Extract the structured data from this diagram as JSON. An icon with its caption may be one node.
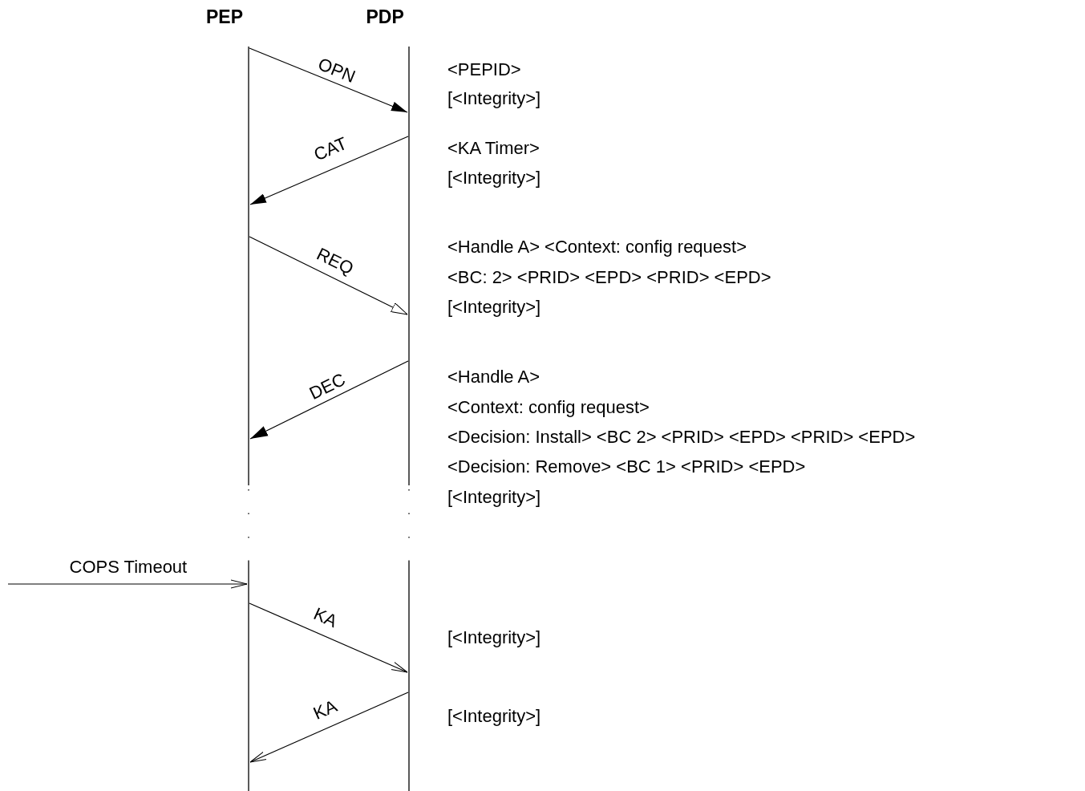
{
  "diagram": {
    "nodes": [
      {
        "text": [
          "PEP"
        ]
      },
      {
        "text": [
          "PDP"
        ]
      }
    ],
    "edges": [
      {
        "from": 0,
        "to": 1,
        "arrow": "to",
        "label": "OPN"
      },
      {
        "from": 1,
        "to": 0,
        "arrow": "to",
        "label": "CAT"
      },
      {
        "from": 0,
        "to": 1,
        "arrow": "to",
        "label": "REQ"
      },
      {
        "from": 1,
        "to": 0,
        "arrow": "to",
        "label": "DEC"
      },
      {
        "from": null,
        "to": 0,
        "arrow": "to",
        "label": "COPS Timeout"
      },
      {
        "from": 0,
        "to": 1,
        "arrow": "to",
        "label": "KA"
      },
      {
        "from": 1,
        "to": 0,
        "arrow": "to",
        "label": "KA"
      }
    ],
    "labels": [
      "<PEPID>",
      "[<Integrity>]",
      "<KA Timer>",
      "[<Integrity>]",
      "<Handle A> <Context: config request>",
      "<BC: 2> <PRID> <EPD> <PRID> <EPD>",
      "[<Integrity>]",
      "<Handle A>",
      "<Context: config request>",
      "<Decision: Install> <BC 2> <PRID> <EPD> <PRID> <EPD>",
      "<Decision: Remove> <BC 1> <PRID> <EPD>",
      "[<Integrity>]",
      "[<Integrity>]",
      "[<Integrity>]"
    ]
  }
}
